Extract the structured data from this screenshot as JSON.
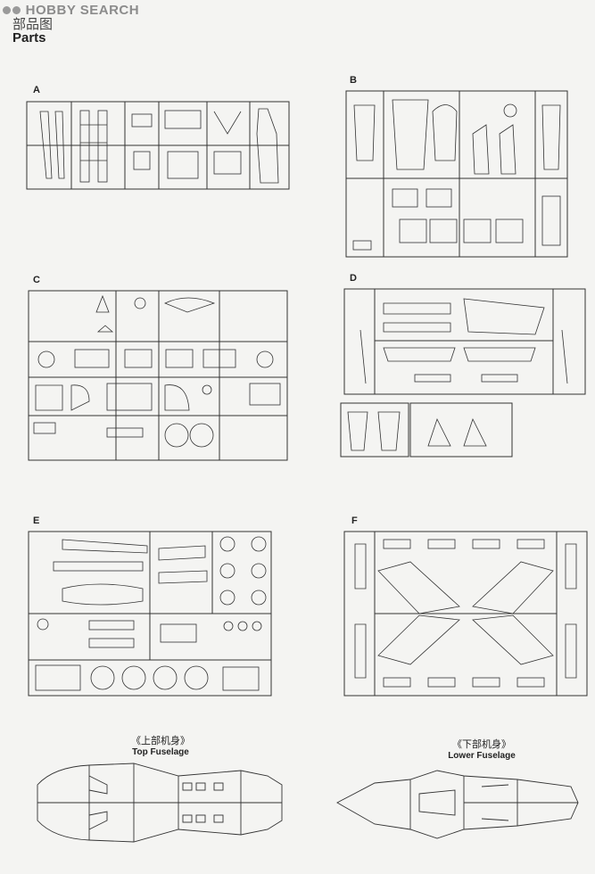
{
  "watermark": "HOBBY SEARCH",
  "header": {
    "title_cn": "部品图",
    "title_en": "Parts"
  },
  "sprues": [
    {
      "id": "A"
    },
    {
      "id": "B"
    },
    {
      "id": "C"
    },
    {
      "id": "D"
    },
    {
      "id": "E"
    },
    {
      "id": "F"
    }
  ],
  "fuselage": {
    "top": {
      "cn": "《上部机身》",
      "en": "Top Fuselage"
    },
    "lower": {
      "cn": "《下部机身》",
      "en": "Lower Fuselage"
    }
  }
}
